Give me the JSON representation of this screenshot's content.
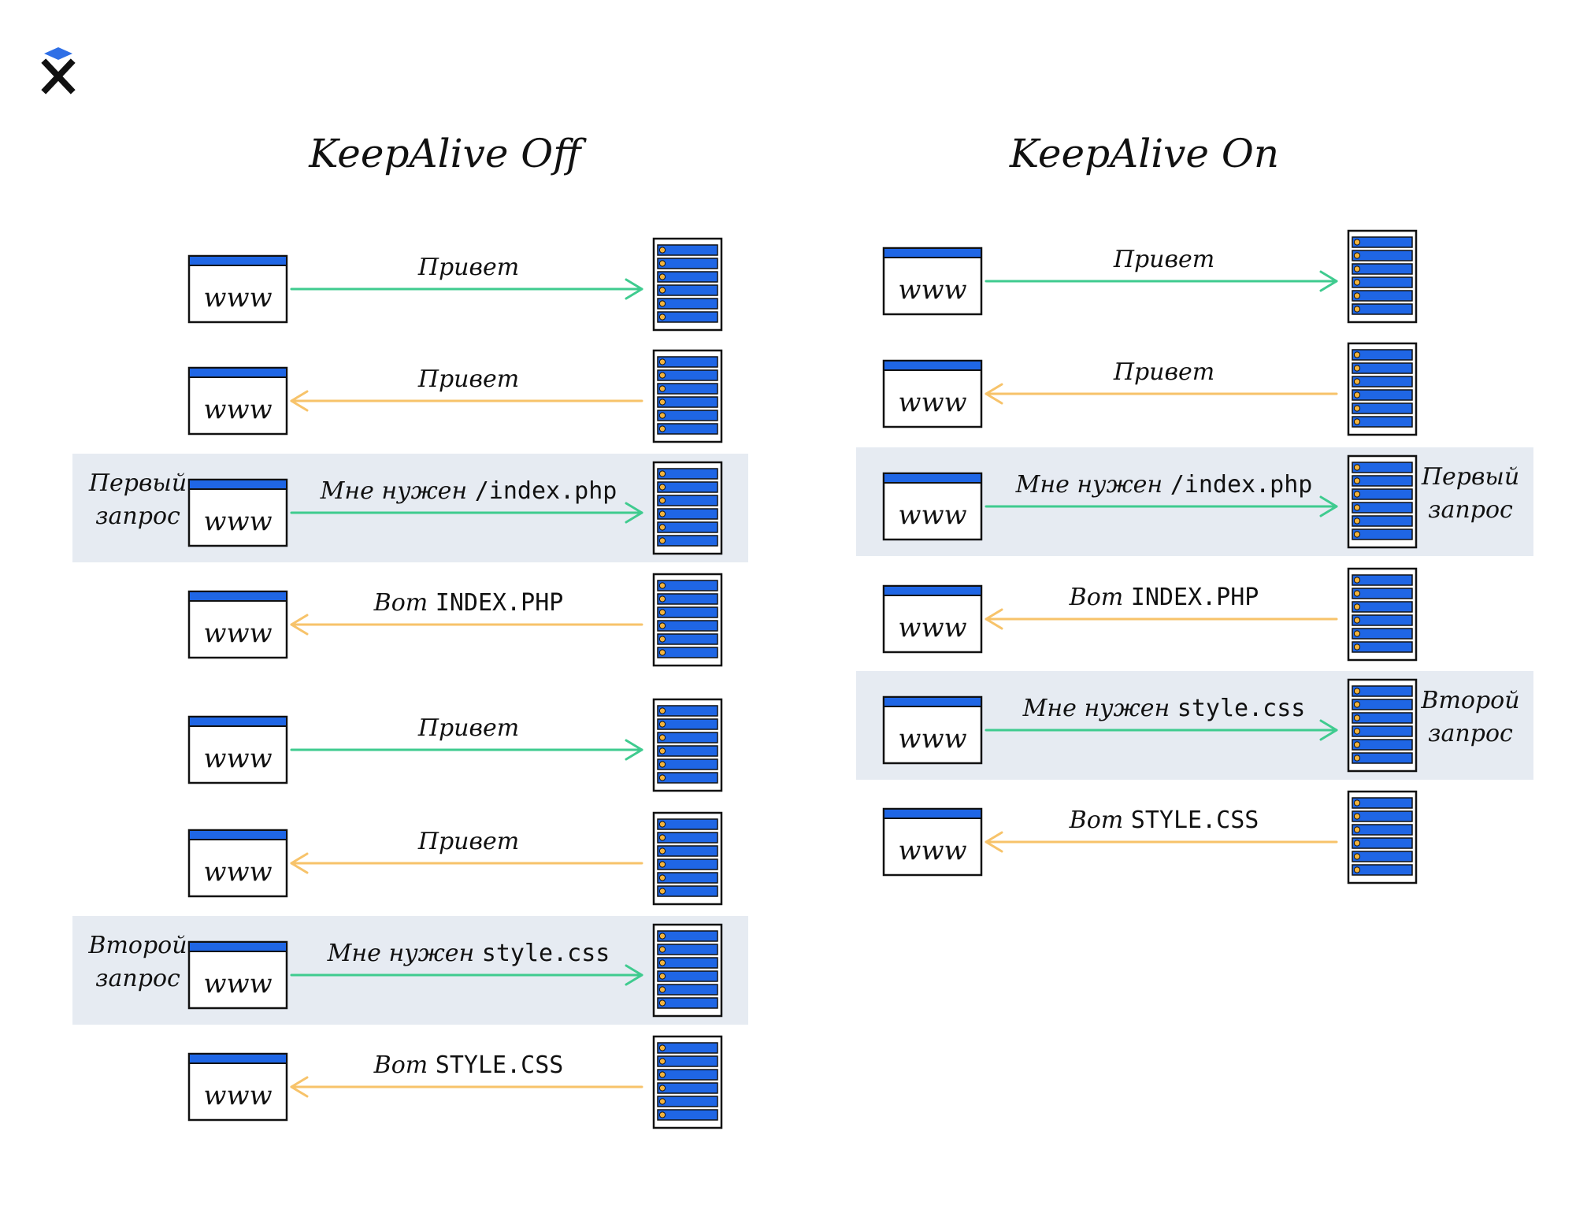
{
  "logo": {
    "icon": "x-logo-icon",
    "accent": "#2f6fe6"
  },
  "colors": {
    "browser_bar": "#1f66e5",
    "server_slot": "#1f66e5",
    "server_dot": "#f2b33d",
    "request_arrow": "#3fcb8f",
    "response_arrow": "#f7c36a",
    "highlight": "#e6ebf2",
    "outline": "#111111"
  },
  "columns": [
    {
      "title": "KeepAlive Off",
      "rows": [
        {
          "direction": "request",
          "browser_label": "www",
          "message": [
            {
              "text": "Привет",
              "style": "hand"
            }
          ]
        },
        {
          "direction": "response",
          "browser_label": "www",
          "message": [
            {
              "text": "Привет",
              "style": "hand"
            }
          ]
        },
        {
          "direction": "request",
          "browser_label": "www",
          "highlight": true,
          "side_note": [
            "Первый",
            "запрос"
          ],
          "message": [
            {
              "text": "Мне нужен ",
              "style": "hand"
            },
            {
              "text": "/index.php",
              "style": "mono"
            }
          ]
        },
        {
          "direction": "response",
          "browser_label": "www",
          "message": [
            {
              "text": "Вот ",
              "style": "hand"
            },
            {
              "text": "INDEX.PHP",
              "style": "mono"
            }
          ]
        },
        {
          "direction": "request",
          "browser_label": "www",
          "message": [
            {
              "text": "Привет",
              "style": "hand"
            }
          ]
        },
        {
          "direction": "response",
          "browser_label": "www",
          "message": [
            {
              "text": "Привет",
              "style": "hand"
            }
          ]
        },
        {
          "direction": "request",
          "browser_label": "www",
          "highlight": true,
          "side_note": [
            "Второй",
            "запрос"
          ],
          "message": [
            {
              "text": "Мне нужен ",
              "style": "hand"
            },
            {
              "text": "style.css",
              "style": "mono"
            }
          ]
        },
        {
          "direction": "response",
          "browser_label": "www",
          "message": [
            {
              "text": "Вот ",
              "style": "hand"
            },
            {
              "text": "STYLE.CSS",
              "style": "mono"
            }
          ]
        }
      ]
    },
    {
      "title": "KeepAlive On",
      "rows": [
        {
          "direction": "request",
          "browser_label": "www",
          "message": [
            {
              "text": "Привет",
              "style": "hand"
            }
          ]
        },
        {
          "direction": "response",
          "browser_label": "www",
          "message": [
            {
              "text": "Привет",
              "style": "hand"
            }
          ]
        },
        {
          "direction": "request",
          "browser_label": "www",
          "highlight": true,
          "side_note": [
            "Первый",
            "запрос"
          ],
          "message": [
            {
              "text": "Мне нужен ",
              "style": "hand"
            },
            {
              "text": "/index.php",
              "style": "mono"
            }
          ]
        },
        {
          "direction": "response",
          "browser_label": "www",
          "message": [
            {
              "text": "Вот ",
              "style": "hand"
            },
            {
              "text": "INDEX.PHP",
              "style": "mono"
            }
          ]
        },
        {
          "direction": "request",
          "browser_label": "www",
          "highlight": true,
          "side_note": [
            "Второй",
            "запрос"
          ],
          "message": [
            {
              "text": "Мне нужен ",
              "style": "hand"
            },
            {
              "text": "style.css",
              "style": "mono"
            }
          ]
        },
        {
          "direction": "response",
          "browser_label": "www",
          "message": [
            {
              "text": "Вот ",
              "style": "hand"
            },
            {
              "text": "STYLE.CSS",
              "style": "mono"
            }
          ]
        }
      ]
    }
  ]
}
